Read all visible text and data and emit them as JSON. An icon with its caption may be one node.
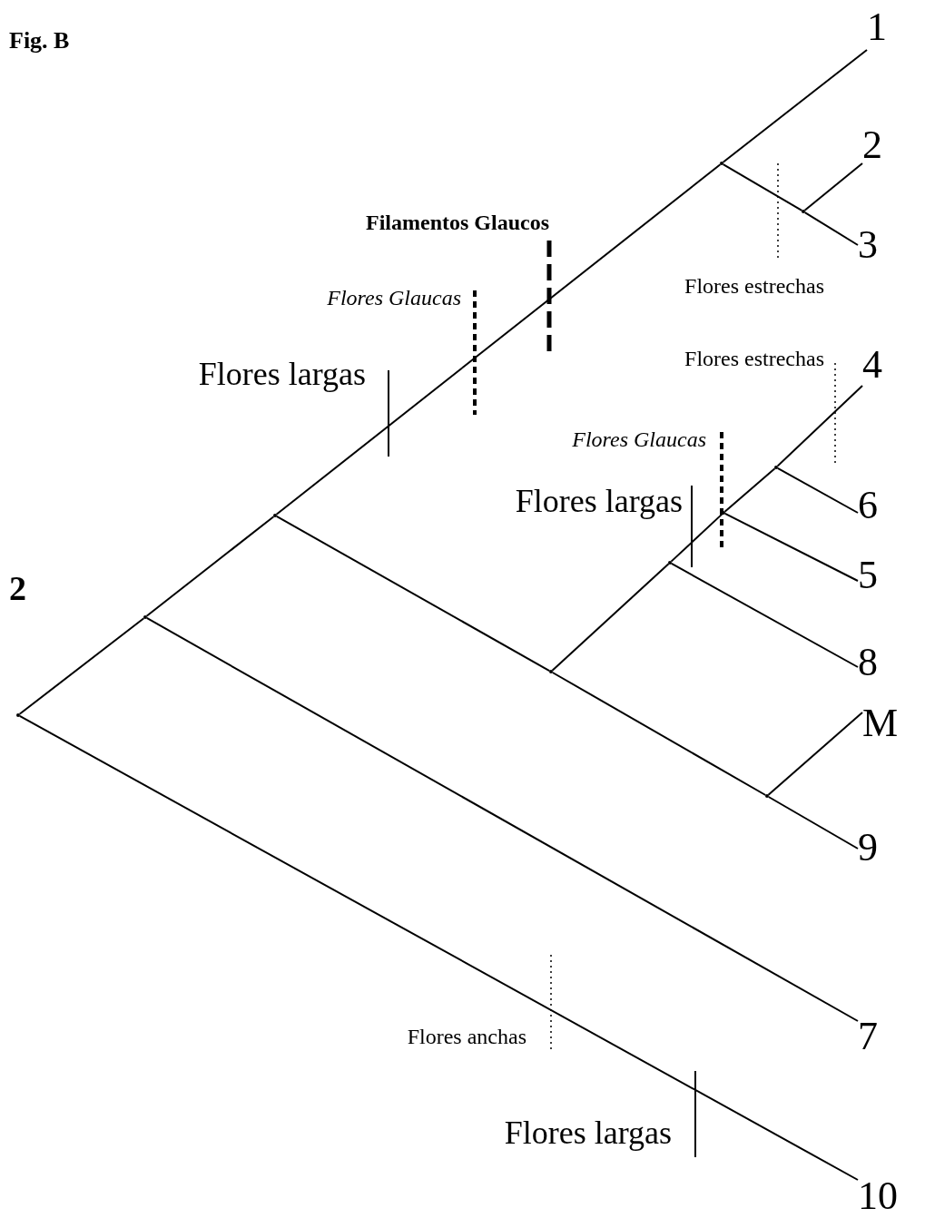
{
  "diagram": {
    "title": "Fig. B",
    "nodes": [
      {
        "text": [
          "1"
        ]
      },
      {
        "text": [
          "2"
        ]
      },
      {
        "text": [
          "3"
        ]
      },
      {
        "text": [
          "4"
        ]
      },
      {
        "text": [
          "6"
        ]
      },
      {
        "text": [
          "5"
        ]
      },
      {
        "text": [
          "8"
        ]
      },
      {
        "text": [
          "M"
        ]
      },
      {
        "text": [
          "9"
        ]
      },
      {
        "text": [
          "7"
        ]
      },
      {
        "text": [
          "10"
        ]
      },
      {
        "text": [],
        "shape": "point"
      },
      {
        "text": [],
        "shape": "point"
      },
      {
        "text": [],
        "shape": "point"
      },
      {
        "text": [],
        "shape": "point"
      },
      {
        "text": [],
        "shape": "point"
      },
      {
        "text": [],
        "shape": "point"
      },
      {
        "text": [],
        "shape": "point"
      },
      {
        "text": [],
        "shape": "point"
      },
      {
        "text": [],
        "shape": "point"
      },
      {
        "text": [],
        "shape": "point"
      }
    ],
    "edges": [
      {
        "from": 11,
        "to": 12,
        "arrow": "none"
      },
      {
        "from": 12,
        "to": 13,
        "arrow": "none"
      },
      {
        "from": 13,
        "to": 14,
        "arrow": "none"
      },
      {
        "from": 14,
        "to": 0,
        "arrow": "none"
      },
      {
        "from": 14,
        "to": 15,
        "arrow": "none"
      },
      {
        "from": 15,
        "to": 2,
        "arrow": "none"
      },
      {
        "from": 15,
        "to": 1,
        "arrow": "none"
      },
      {
        "from": 13,
        "to": 16,
        "arrow": "none"
      },
      {
        "from": 16,
        "to": 17,
        "arrow": "none"
      },
      {
        "from": 17,
        "to": 18,
        "arrow": "none"
      },
      {
        "from": 18,
        "to": 19,
        "arrow": "none"
      },
      {
        "from": 19,
        "to": 3,
        "arrow": "none"
      },
      {
        "from": 19,
        "to": 4,
        "arrow": "none"
      },
      {
        "from": 18,
        "to": 5,
        "arrow": "none"
      },
      {
        "from": 17,
        "to": 6,
        "arrow": "none"
      },
      {
        "from": 16,
        "to": 20,
        "arrow": "none"
      },
      {
        "from": 20,
        "to": 8,
        "arrow": "none"
      },
      {
        "from": 20,
        "to": 7,
        "arrow": "none"
      },
      {
        "from": 12,
        "to": 9,
        "arrow": "none"
      },
      {
        "from": 11,
        "to": 10,
        "arrow": "none"
      }
    ],
    "labels": [
      "2",
      "Filamentos Glaucos",
      "Flores Glaucas",
      "Flores largas",
      "Flores estrechas",
      "Flores estrechas",
      "Flores Glaucas",
      "Flores largas",
      "Flores anchas",
      "Flores largas"
    ]
  }
}
